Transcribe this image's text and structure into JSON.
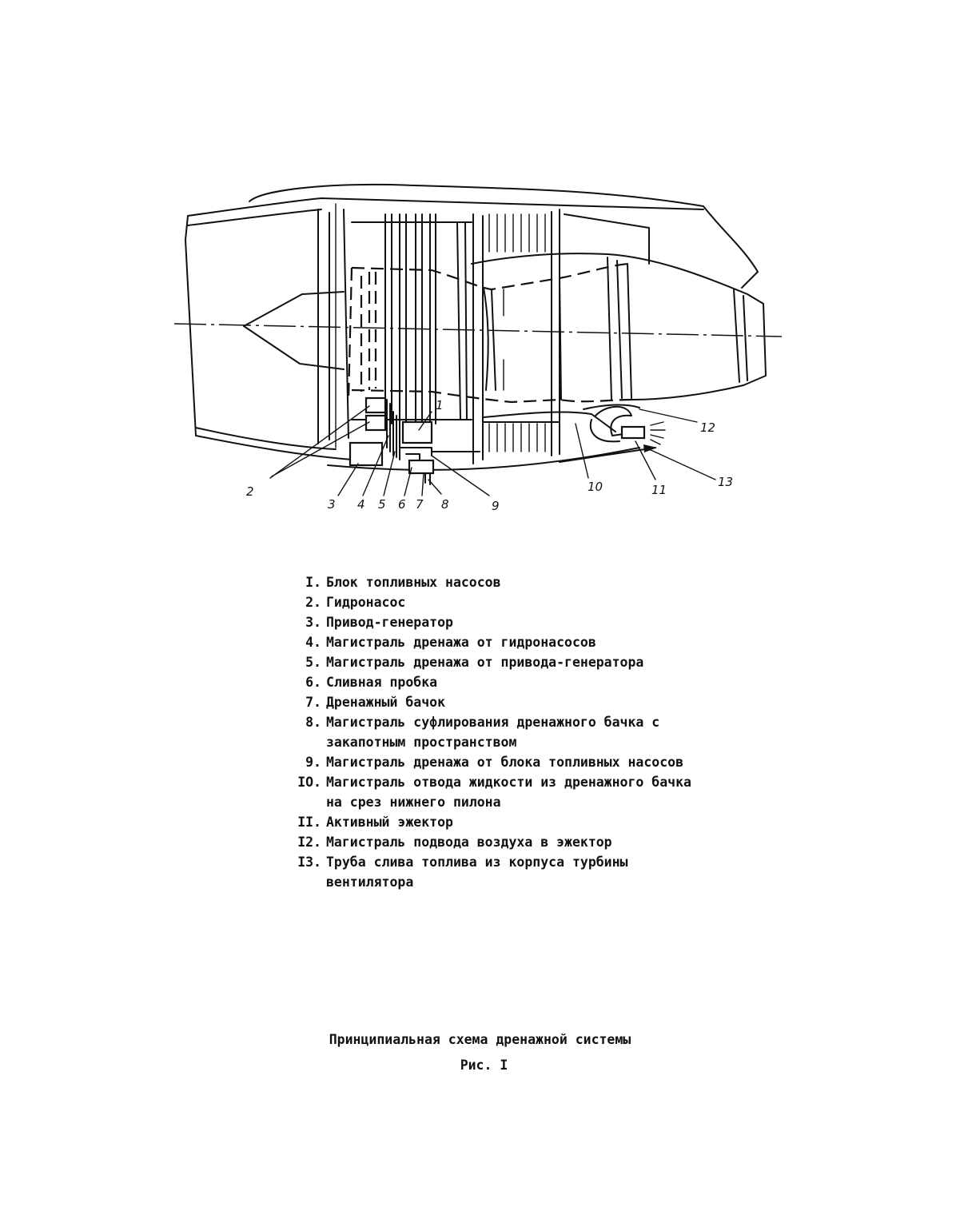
{
  "callouts": [
    "1",
    "2",
    "3",
    "4",
    "5",
    "6",
    "7",
    "8",
    "9",
    "10",
    "11",
    "12",
    "13"
  ],
  "legend": [
    {
      "num": "I.",
      "text": "Блок топливных насосов"
    },
    {
      "num": "2.",
      "text": "Гидронасос"
    },
    {
      "num": "3.",
      "text": "Привод-генератор"
    },
    {
      "num": "4.",
      "text": "Магистраль дренажа от гидронасосов"
    },
    {
      "num": "5.",
      "text": "Магистраль дренажа от привода-генератора"
    },
    {
      "num": "6.",
      "text": "Сливная пробка"
    },
    {
      "num": "7.",
      "text": "Дренажный бачок"
    },
    {
      "num": "8.",
      "text": "Магистраль суфлирования дренажного бачка с закапотным пространством"
    },
    {
      "num": "9.",
      "text": "Магистраль дренажа от блока топливных насосов"
    },
    {
      "num": "IO.",
      "text": "Магистраль отвода жидкости из дренажного бачка на срез нижнего пилона"
    },
    {
      "num": "II.",
      "text": "Активный эжектор"
    },
    {
      "num": "I2.",
      "text": "Магистраль подвода воздуха в эжектор"
    },
    {
      "num": "I3.",
      "text": "Труба слива топлива из корпуса турбины вентилятора"
    }
  ],
  "caption": "Принципиальная схема дренажной системы",
  "figure_label": "Рис. I"
}
